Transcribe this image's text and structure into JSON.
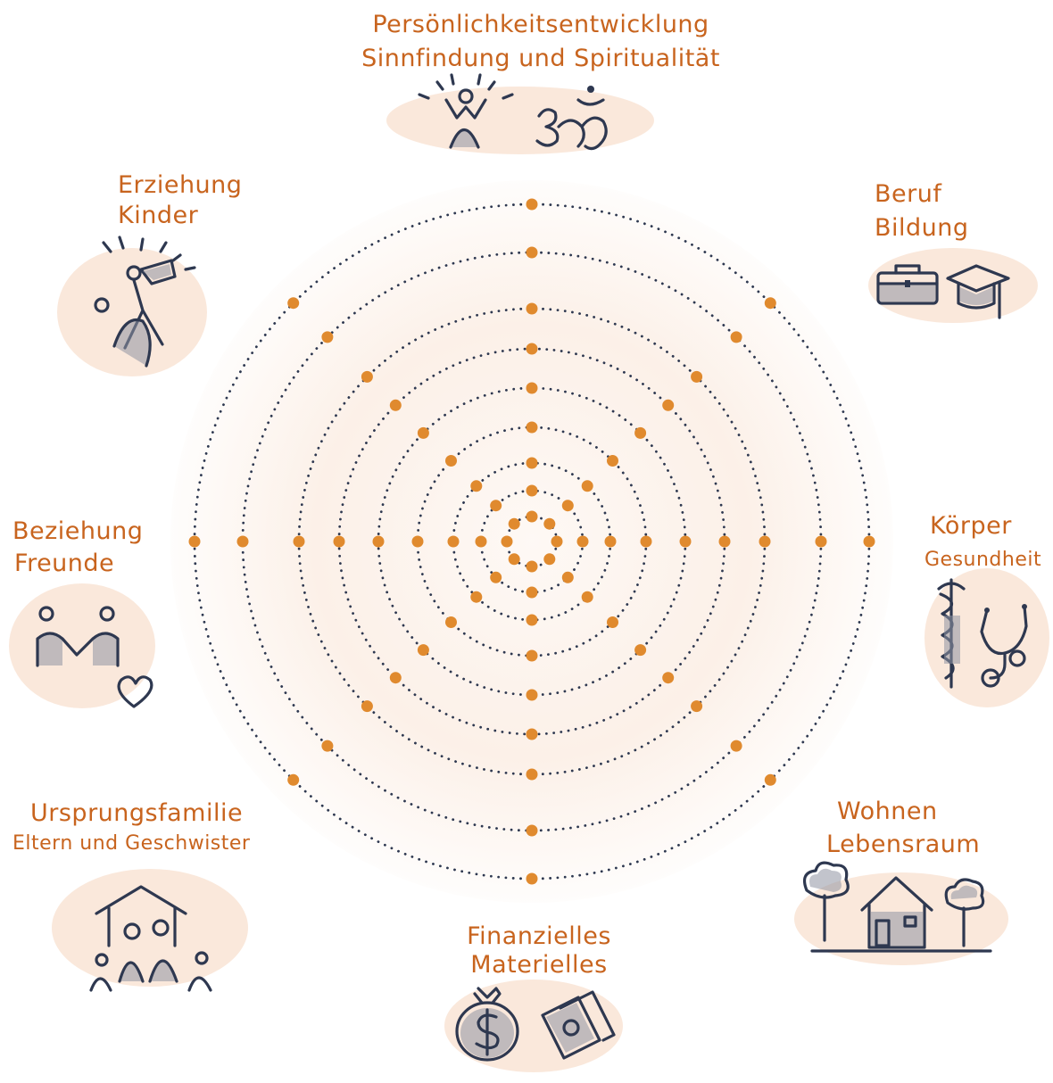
{
  "diagram": {
    "rings": 9,
    "spokes": 8,
    "colors": {
      "accent": "#e08a2e",
      "ink": "#2e3850",
      "label": "#c8641e",
      "wash": "#f6d5bd"
    },
    "sections": [
      {
        "id": "top",
        "line1": "Persönlichkeitsentwicklung",
        "line2": "Sinnfindung und Spiritualität",
        "icons": [
          "cheering-person-icon",
          "om-symbol-icon"
        ]
      },
      {
        "id": "top-right",
        "line1": "Beruf",
        "line2": "Bildung",
        "icons": [
          "briefcase-icon",
          "graduation-cap-icon"
        ]
      },
      {
        "id": "right",
        "line1": "Körper",
        "line2": "Gesundheit",
        "icons": [
          "caduceus-icon",
          "stethoscope-icon"
        ]
      },
      {
        "id": "bottom-right",
        "line1": "Wohnen",
        "line2": "Lebensraum",
        "icons": [
          "tree-icon",
          "house-icon",
          "tree-icon"
        ]
      },
      {
        "id": "bottom",
        "line1": "Finanzielles",
        "line2": "Materielles",
        "icons": [
          "money-bag-icon",
          "banknotes-icon"
        ]
      },
      {
        "id": "bottom-left",
        "line1": "Ursprungsfamilie",
        "line2": "Eltern und Geschwister",
        "icons": [
          "family-house-icon"
        ]
      },
      {
        "id": "left",
        "line1": "Beziehung",
        "line2": "Freunde",
        "icons": [
          "couple-holding-hands-icon",
          "heart-icon"
        ]
      },
      {
        "id": "top-left",
        "line1": "Erziehung",
        "line2": "Kinder",
        "icons": [
          "child-on-shoulders-icon"
        ]
      }
    ]
  }
}
